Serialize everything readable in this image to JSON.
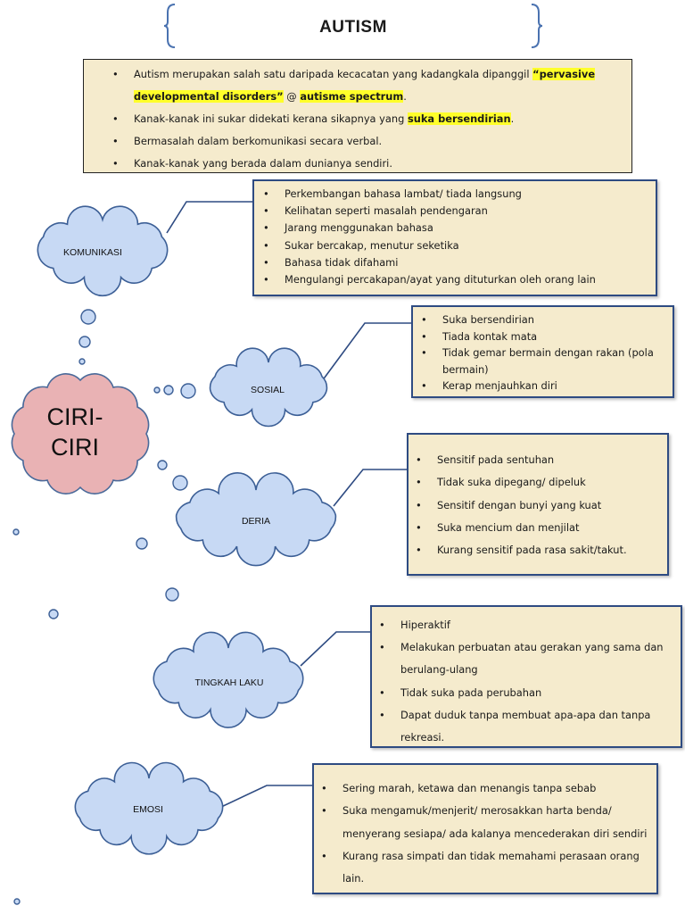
{
  "title": "AUTISM",
  "intro": {
    "item1_a": "Autism merupakan salah satu daripada kecacatan yang kadangkala dipanggil ",
    "item1_hl1": "“pervasive developmental disorders”",
    "item1_b": " @ ",
    "item1_hl2": "autisme spectrum",
    "item1_c": ".",
    "item2_a": "Kanak-kanak ini sukar didekati kerana sikapnya yang ",
    "item2_hl": "suka bersendirian",
    "item2_c": ".",
    "item3": "Bermasalah dalam berkomunikasi secara verbal.",
    "item4": "Kanak-kanak yang berada dalam dunianya sendiri."
  },
  "center": {
    "line1": "CIRI-",
    "line2": "CIRI"
  },
  "categories": {
    "komunikasi": {
      "label": "KOMUNIKASI",
      "items": [
        "Perkembangan bahasa lambat/ tiada langsung",
        "Kelihatan seperti masalah pendengaran",
        "Jarang menggunakan bahasa",
        "Sukar bercakap, menutur seketika",
        "Bahasa tidak difahami",
        "Mengulangi percakapan/ayat yang dituturkan oleh orang lain"
      ]
    },
    "sosial": {
      "label": "SOSIAL",
      "items": [
        "Suka bersendirian",
        "Tiada kontak mata",
        "Tidak gemar bermain dengan rakan (pola bermain)",
        "Kerap menjauhkan diri"
      ]
    },
    "deria": {
      "label": "DERIA",
      "items": [
        "Sensitif pada sentuhan",
        "Tidak suka dipegang/ dipeluk",
        "Sensitif dengan bunyi yang kuat",
        "Suka mencium dan menjilat",
        "Kurang sensitif pada rasa sakit/takut."
      ]
    },
    "tingkah_laku": {
      "label": "TINGKAH LAKU",
      "items": [
        "Hiperaktif",
        "Melakukan perbuatan atau gerakan yang sama dan berulang-ulang",
        "Tidak suka pada perubahan",
        "Dapat duduk tanpa membuat apa-apa dan tanpa rekreasi."
      ]
    },
    "emosi": {
      "label": "EMOSI",
      "items": [
        "Sering marah, ketawa dan menangis tanpa sebab",
        "Suka mengamuk/menjerit/ merosakkan harta benda/ menyerang sesiapa/ ada kalanya mencederakan diri sendiri",
        "Kurang rasa simpati dan tidak memahami perasaan orang lain."
      ]
    }
  },
  "colors": {
    "panel_bg": "#f5ebcd",
    "box_border": "#2e4b82",
    "cloud_blue_fill": "#c7d9f4",
    "cloud_blue_stroke": "#3c5f96",
    "cloud_pink_fill": "#e9b2b4",
    "cloud_pink_stroke": "#4a6a9a",
    "highlight": "#ffff2a"
  }
}
